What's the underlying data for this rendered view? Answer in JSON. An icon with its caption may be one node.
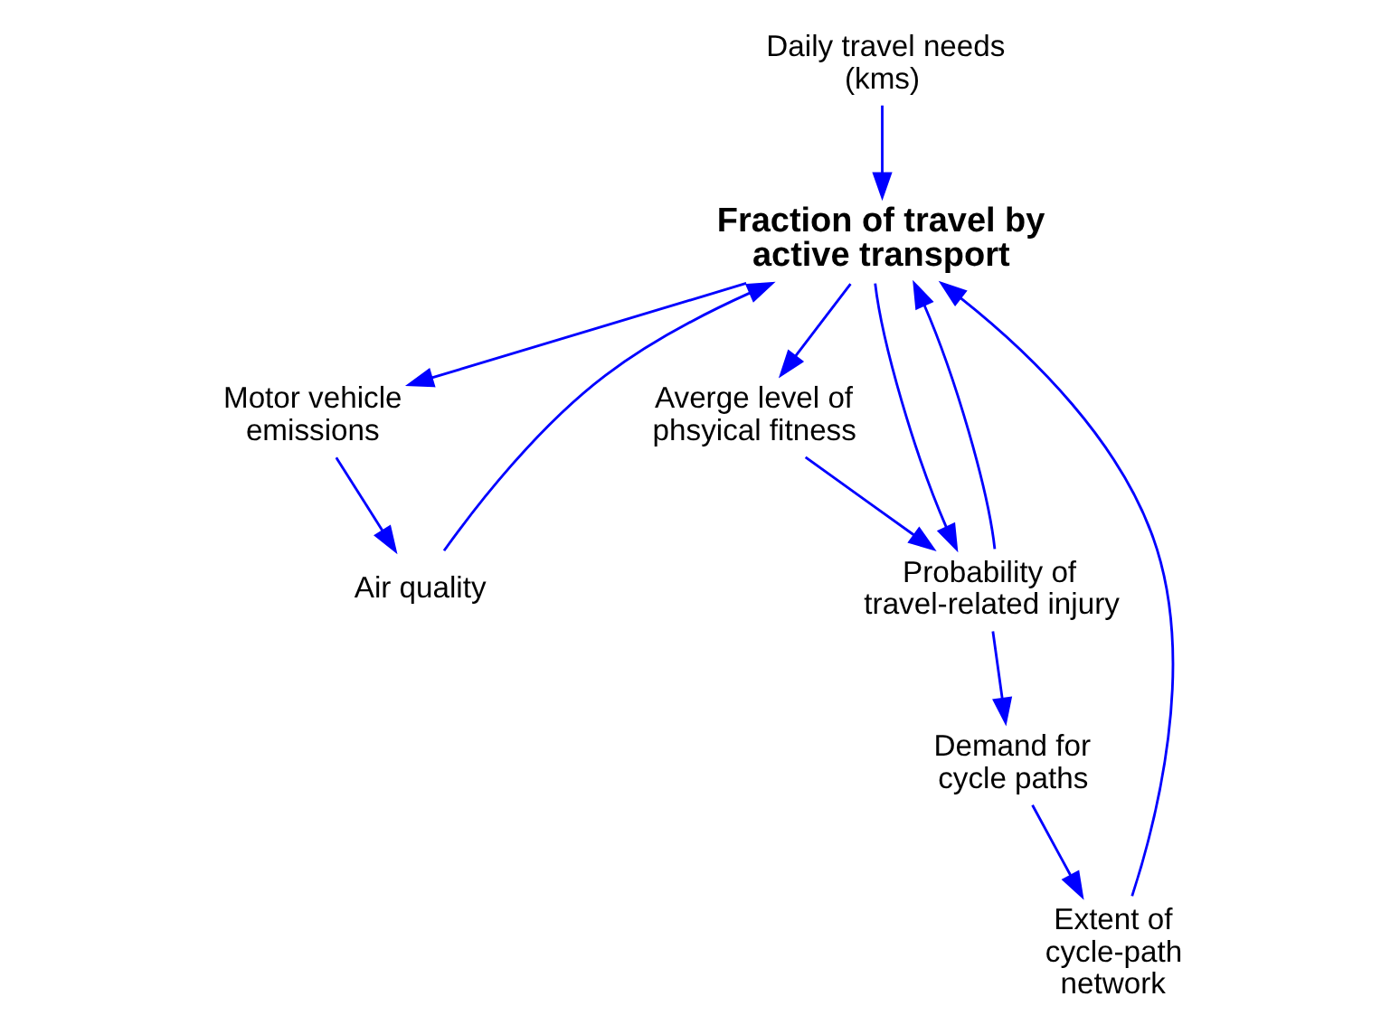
{
  "diagram": {
    "nodes": [
      {
        "text": [
          "Fraction of travel by active transport"
        ]
      },
      {
        "text": [
          "Motor vehicle emissions"
        ]
      },
      {
        "text": [
          "Air quality"
        ]
      },
      {
        "text": [
          "Daily travel needs (kms)"
        ]
      },
      {
        "text": [
          "Averge level of phsyical fitness"
        ]
      },
      {
        "text": [
          "Probability of travel-related injury"
        ]
      },
      {
        "text": [
          "Demand for cycle paths"
        ]
      },
      {
        "text": [
          "Extent of cycle-path network"
        ]
      }
    ],
    "edges": [
      {
        "from": 0,
        "to": 1,
        "arrow": "to"
      },
      {
        "from": 1,
        "to": 2,
        "arrow": "to"
      },
      {
        "from": 2,
        "to": 0,
        "arrow": "to"
      },
      {
        "from": 3,
        "to": 0,
        "arrow": "to"
      },
      {
        "from": 0,
        "to": 4,
        "arrow": "to"
      },
      {
        "from": 4,
        "to": 5,
        "arrow": "to"
      },
      {
        "from": 0,
        "to": 5,
        "arrow": "to"
      },
      {
        "from": 5,
        "to": 0,
        "arrow": "to"
      },
      {
        "from": 5,
        "to": 6,
        "arrow": "to"
      },
      {
        "from": 6,
        "to": 7,
        "arrow": "to"
      },
      {
        "from": 7,
        "to": 0,
        "arrow": "to"
      }
    ]
  }
}
